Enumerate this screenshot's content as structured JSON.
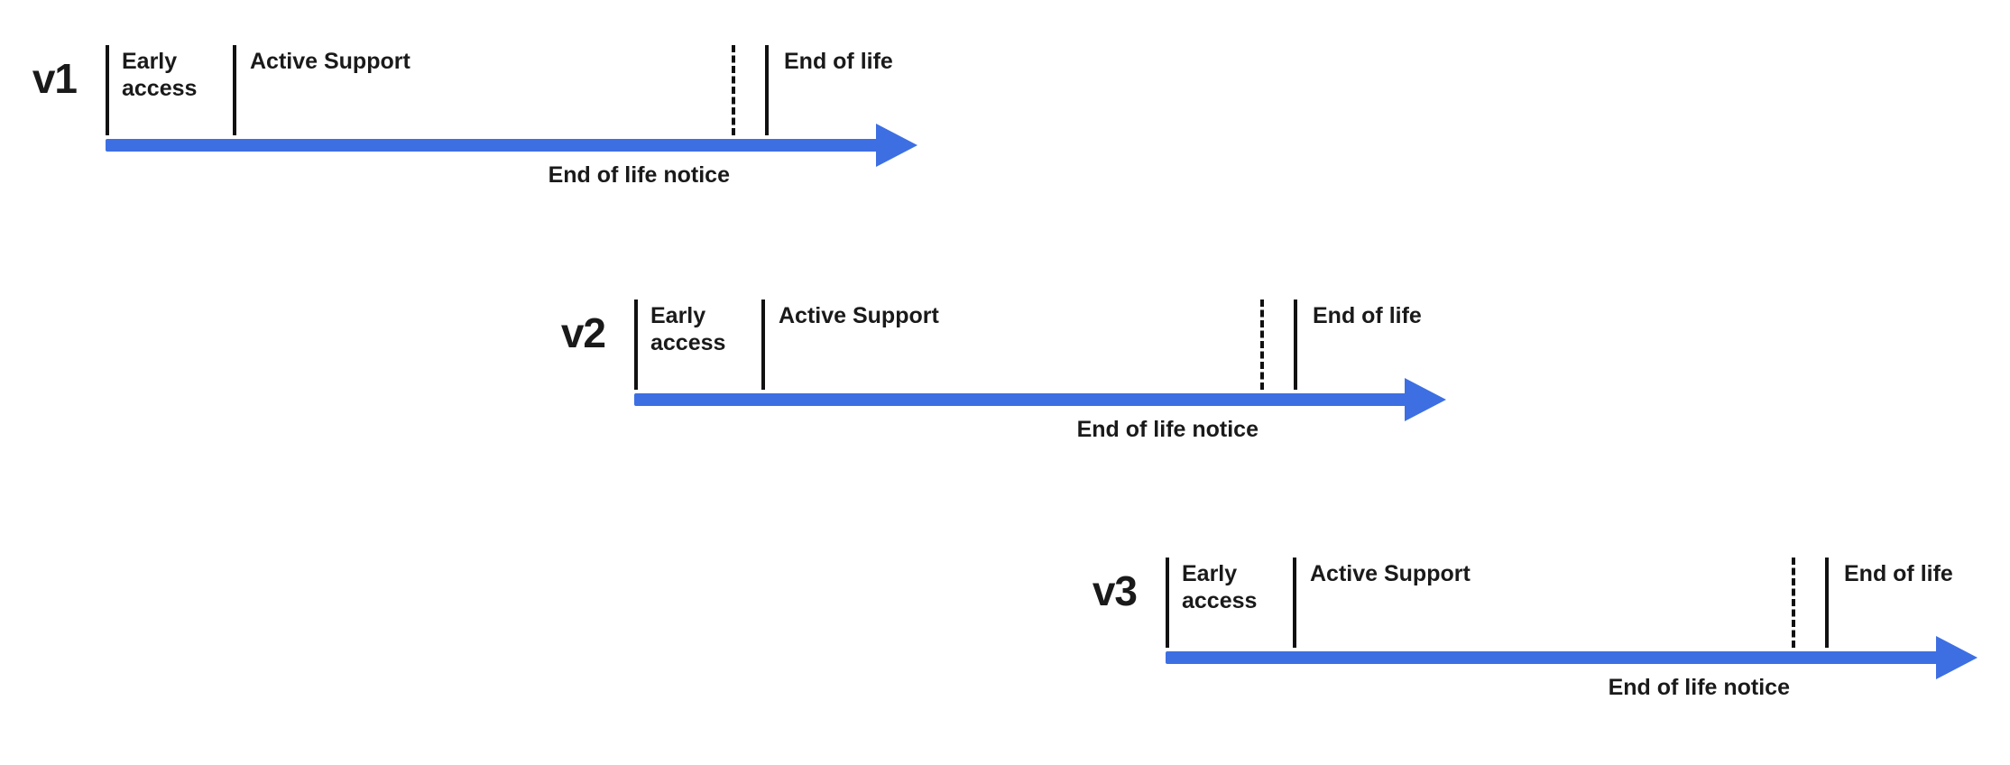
{
  "page": {
    "background_color": "#ffffff"
  },
  "diagram": {
    "arrow_color": "#3D6FE3",
    "tick_color": "#111111",
    "text_color": "#1a1a1a",
    "timelines": [
      {
        "version": "v1",
        "phases": {
          "early_access": "Early access",
          "active_support": "Active Support",
          "end_of_life": "End of life"
        },
        "notice_label": "End of life notice"
      },
      {
        "version": "v2",
        "phases": {
          "early_access": "Early access",
          "active_support": "Active Support",
          "end_of_life": "End of life"
        },
        "notice_label": "End of life notice"
      },
      {
        "version": "v3",
        "phases": {
          "early_access": "Early access",
          "active_support": "Active Support",
          "end_of_life": "End of life"
        },
        "notice_label": "End of life notice"
      }
    ]
  }
}
